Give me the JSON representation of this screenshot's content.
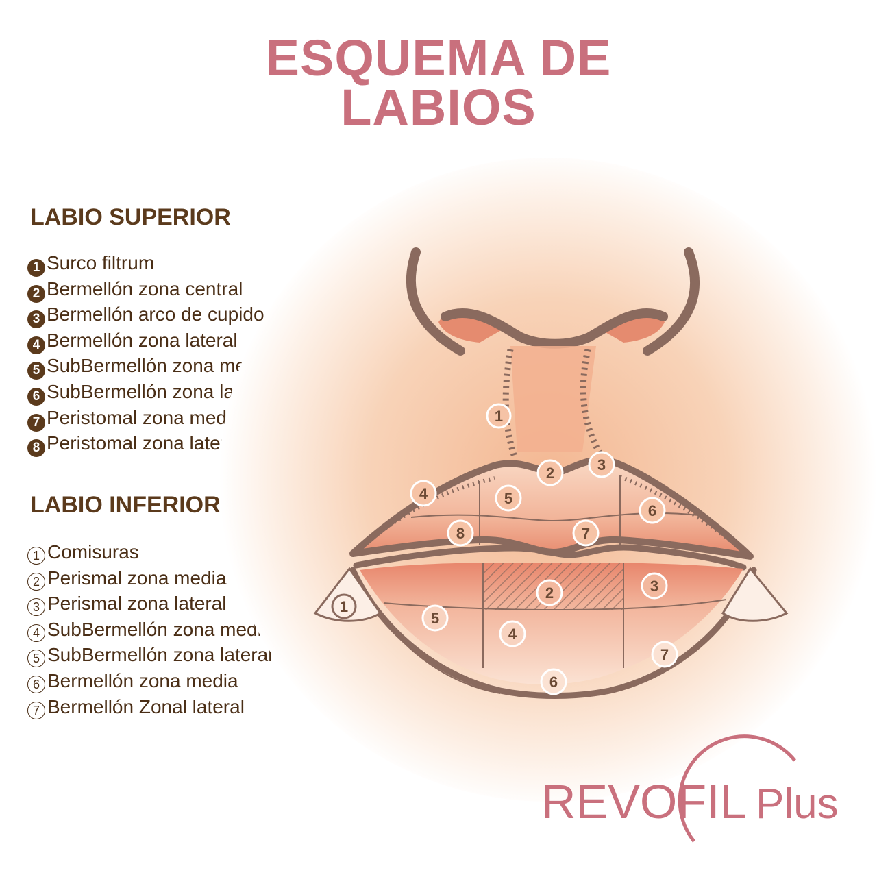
{
  "title": {
    "line1": "ESQUEMA DE",
    "line2": "LABIOS"
  },
  "superior": {
    "heading": "LABIO SUPERIOR",
    "items": [
      {
        "num": "1",
        "label": "Surco filtrum"
      },
      {
        "num": "2",
        "label": "Bermellón zona central"
      },
      {
        "num": "3",
        "label": "Bermellón arco de cupido"
      },
      {
        "num": "4",
        "label": "Bermellón zona lateral"
      },
      {
        "num": "5",
        "label": "SubBermellón zona media"
      },
      {
        "num": "6",
        "label": "SubBermellón zona lateral"
      },
      {
        "num": "7",
        "label": "Peristomal zona media"
      },
      {
        "num": "8",
        "label": "Peristomal zona lateral"
      }
    ]
  },
  "inferior": {
    "heading": "LABIO INFERIOR",
    "items": [
      {
        "num": "1",
        "label": "Comisuras"
      },
      {
        "num": "2",
        "label": "Perismal zona media"
      },
      {
        "num": "3",
        "label": "Perismal zona lateral"
      },
      {
        "num": "4",
        "label": "SubBermellón zona media"
      },
      {
        "num": "5",
        "label": "SubBermellón zona lateral"
      },
      {
        "num": "6",
        "label": "Bermellón zona media"
      },
      {
        "num": "7",
        "label": "Bermellón Zonal lateral"
      }
    ]
  },
  "diagram_markers": {
    "upper": [
      "1",
      "2",
      "3",
      "4",
      "5",
      "6",
      "7",
      "8"
    ],
    "lower": [
      "1",
      "2",
      "3",
      "4",
      "5",
      "6",
      "7"
    ]
  },
  "logo": {
    "brand": "REVOFIL",
    "suffix": "Plus"
  },
  "colors": {
    "title": "#c9707d",
    "heading": "#5b3a1c",
    "outline": "#8a6a5e",
    "skin": "#f6c8a8",
    "lip": "#e07a62",
    "logo": "#c9707d"
  }
}
